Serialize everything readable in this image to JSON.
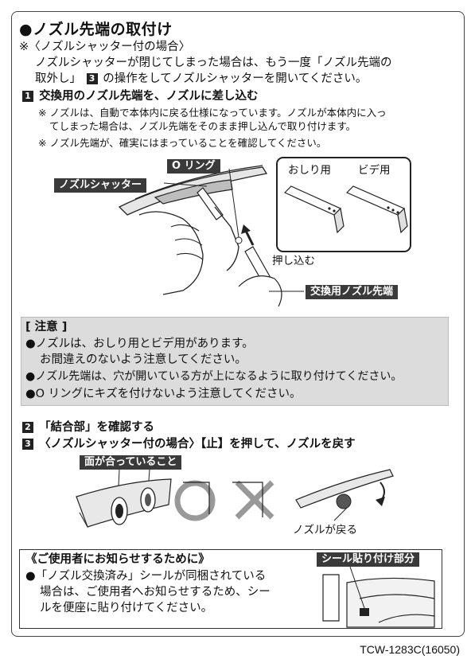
{
  "title": "●ノズル先端の取付け",
  "intro": {
    "line1": "※〈ノズルシャッター付の場合〉",
    "line2": "ノズルシャッターが閉じてしまった場合は、もう一度「ノズル先端の",
    "line3a": "取外し」",
    "line3num": "3",
    "line3b": "の操作をしてノズルシャッターを開いてください。"
  },
  "step1": {
    "num": "1",
    "heading": "交換用のノズル先端を、ノズルに差し込む",
    "note1a": "※ ノズルは、自動で本体内に戻る仕様になっています。ノズルが本体内に入っ",
    "note1b": "てしまった場合は、ノズル先端をそのまま押し込んで取り付けます。",
    "note2": "※ ノズル先端が、確実にはまっていることを確認してください。"
  },
  "figure1": {
    "o_ring": "O リング",
    "nozzle_shutter": "ノズルシャッター",
    "oshiri": "おしり用",
    "bidet": "ビデ用",
    "push_in": "押し込む",
    "replacement_tip": "交換用ノズル先端"
  },
  "caution": {
    "heading": "[ 注意 ]",
    "item1a": "●ノズルは、おしり用とビデ用があります。",
    "item1b": "お間違えのないよう注意してください。",
    "item2": "●ノズル先端は、穴が開いている方が上になるように取り付けてください。",
    "item3": "●O リングにキズを付けないよう注意してください。"
  },
  "step2": {
    "num": "2",
    "heading": "「結合部」を確認する"
  },
  "step3": {
    "num": "3",
    "heading": "〈ノズルシャッター付の場合〉【止】を押して、ノズルを戻す"
  },
  "figure2": {
    "surfaces_aligned": "面が合っていること",
    "nozzle_returns": "ノズルが戻る"
  },
  "info": {
    "heading": "《ご使用者にお知らせするために》",
    "line1": "●「ノズル交換済み」シールが同梱されている",
    "line2": "場合は、ご使用者へお知らせするため、シー",
    "line3": "ルを便座に貼り付けてください。",
    "sticker_area": "シール貼り付け部分"
  },
  "footer": {
    "code": "TCW-1283C(16050)"
  }
}
